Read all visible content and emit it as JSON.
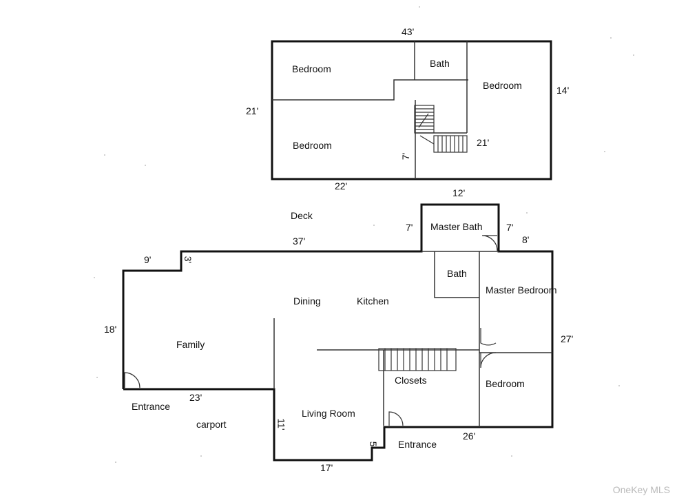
{
  "upper_floor": {
    "rooms": {
      "bedroom_nw": "Bedroom",
      "bath": "Bath",
      "bedroom_east": "Bedroom",
      "bedroom_sw": "Bedroom"
    },
    "dimensions": {
      "top": "43'",
      "right": "14'",
      "left": "21'",
      "stair": "21'",
      "stair_side": "7'",
      "bottom": "22'"
    }
  },
  "lower_floor": {
    "rooms": {
      "deck": "Deck",
      "master_bath": "Master Bath",
      "bath": "Bath",
      "master_bedroom": "Master Bedroom",
      "dining": "Dining",
      "kitchen": "Kitchen",
      "family": "Family",
      "closets": "Closets",
      "bedroom": "Bedroom",
      "living_room": "Living Room",
      "entrance_west": "Entrance",
      "carport": "carport",
      "entrance_south": "Entrance"
    },
    "dimensions": {
      "master_bath_top": "12'",
      "master_bath_left": "7'",
      "master_bath_right": "7'",
      "step_right": "8'",
      "top_run": "37'",
      "family_top": "9'",
      "family_step": "3'",
      "family_left": "18'",
      "right_side": "27'",
      "family_bottom": "23'",
      "living_left": "11'",
      "living_notch": "5'",
      "living_bottom": "17'",
      "bottom_right": "26'"
    }
  },
  "watermark": "OneKey MLS"
}
